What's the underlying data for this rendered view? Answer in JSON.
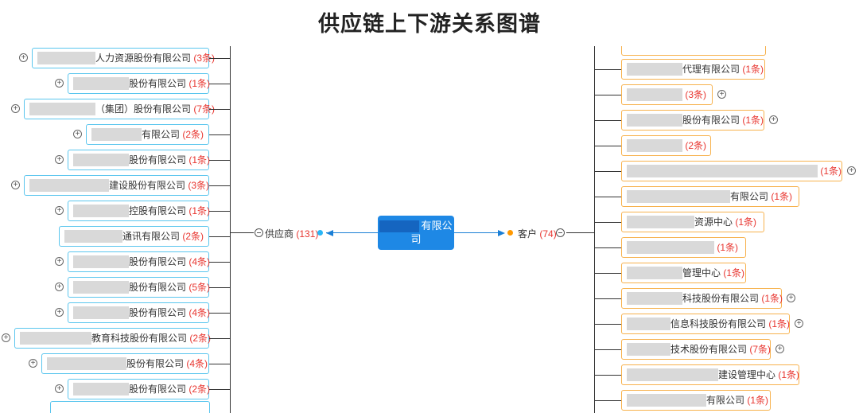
{
  "title": "供应链上下游关系图谱",
  "center": {
    "label": "有限公司"
  },
  "suppliers": {
    "label": "供应商",
    "count": "(131)",
    "items": [
      {
        "text": "人力资源股份有限公司",
        "count": "(3条)"
      },
      {
        "text": "股份有限公司",
        "count": "(1条)"
      },
      {
        "text": "（集团）股份有限公司",
        "count": "(7条)"
      },
      {
        "text": "有限公司",
        "count": "(2条)"
      },
      {
        "text": "股份有限公司",
        "count": "(1条)"
      },
      {
        "text": "建设股份有限公司",
        "count": "(3条)"
      },
      {
        "text": "控股有限公司",
        "count": "(1条)"
      },
      {
        "text": "通讯有限公司",
        "count": "(2条)"
      },
      {
        "text": "股份有限公司",
        "count": "(4条)"
      },
      {
        "text": "股份有限公司",
        "count": "(5条)"
      },
      {
        "text": "股份有限公司",
        "count": "(4条)"
      },
      {
        "text": "教育科技股份有限公司",
        "count": "(2条)"
      },
      {
        "text": "股份有限公司",
        "count": "(4条)"
      },
      {
        "text": "股份有限公司",
        "count": "(2条)"
      }
    ]
  },
  "customers": {
    "label": "客户",
    "count": "(74)",
    "items": [
      {
        "text": "代理有限公司",
        "count": "(1条)"
      },
      {
        "text": "",
        "count": "(3条)"
      },
      {
        "text": "股份有限公司",
        "count": "(1条)"
      },
      {
        "text": "",
        "count": "(2条)"
      },
      {
        "text": "",
        "count": "(1条)"
      },
      {
        "text": "有限公司",
        "count": "(1条)"
      },
      {
        "text": "资源中心",
        "count": "(1条)"
      },
      {
        "text": "",
        "count": "(1条)"
      },
      {
        "text": "管理中心",
        "count": "(1条)"
      },
      {
        "text": "科技股份有限公司",
        "count": "(1条)"
      },
      {
        "text": "信息科技股份有限公司",
        "count": "(1条)"
      },
      {
        "text": "技术股份有限公司",
        "count": "(7条)"
      },
      {
        "text": "建设管理中心",
        "count": "(1条)"
      },
      {
        "text": "有限公司",
        "count": "(1条)"
      }
    ]
  },
  "colors": {
    "supplier_border": "#5bc6ee",
    "customer_border": "#f7b24e",
    "center_bg": "#1e88e5",
    "count": "#e8352f"
  }
}
